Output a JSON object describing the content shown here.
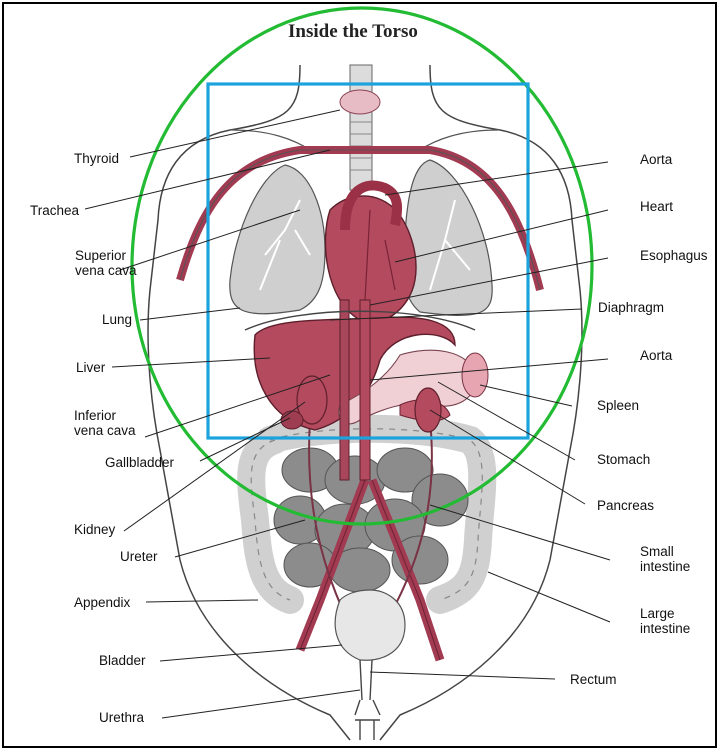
{
  "title": "Inside the Torso",
  "labels": {
    "thyroid": "Thyroid",
    "trachea": "Trachea",
    "superior_vena_cava": "Superior\nvena cava",
    "lung": "Lung",
    "liver": "Liver",
    "inferior_vena_cava": "Inferior\nvena cava",
    "gallbladder": "Gallbladder",
    "kidney": "Kidney",
    "ureter": "Ureter",
    "appendix": "Appendix",
    "bladder": "Bladder",
    "urethra": "Urethra",
    "aorta_top": "Aorta",
    "heart": "Heart",
    "esophagus": "Esophagus",
    "diaphragm": "Diaphragm",
    "aorta_mid": "Aorta",
    "spleen": "Spleen",
    "stomach": "Stomach",
    "pancreas": "Pancreas",
    "small_intestine": "Small\nintestine",
    "large_intestine": "Large\nintestine",
    "rectum": "Rectum"
  },
  "annotations": {
    "circle_color": "#22bb33",
    "box_color": "#1aa3dd"
  },
  "colors": {
    "organ_red": "#b34a5e",
    "organ_pink": "#e9b8c0",
    "lung_gray": "#cfcfcf",
    "intestine_gray": "#8a8a8a",
    "large_intestine_light": "#d8d8d8"
  }
}
